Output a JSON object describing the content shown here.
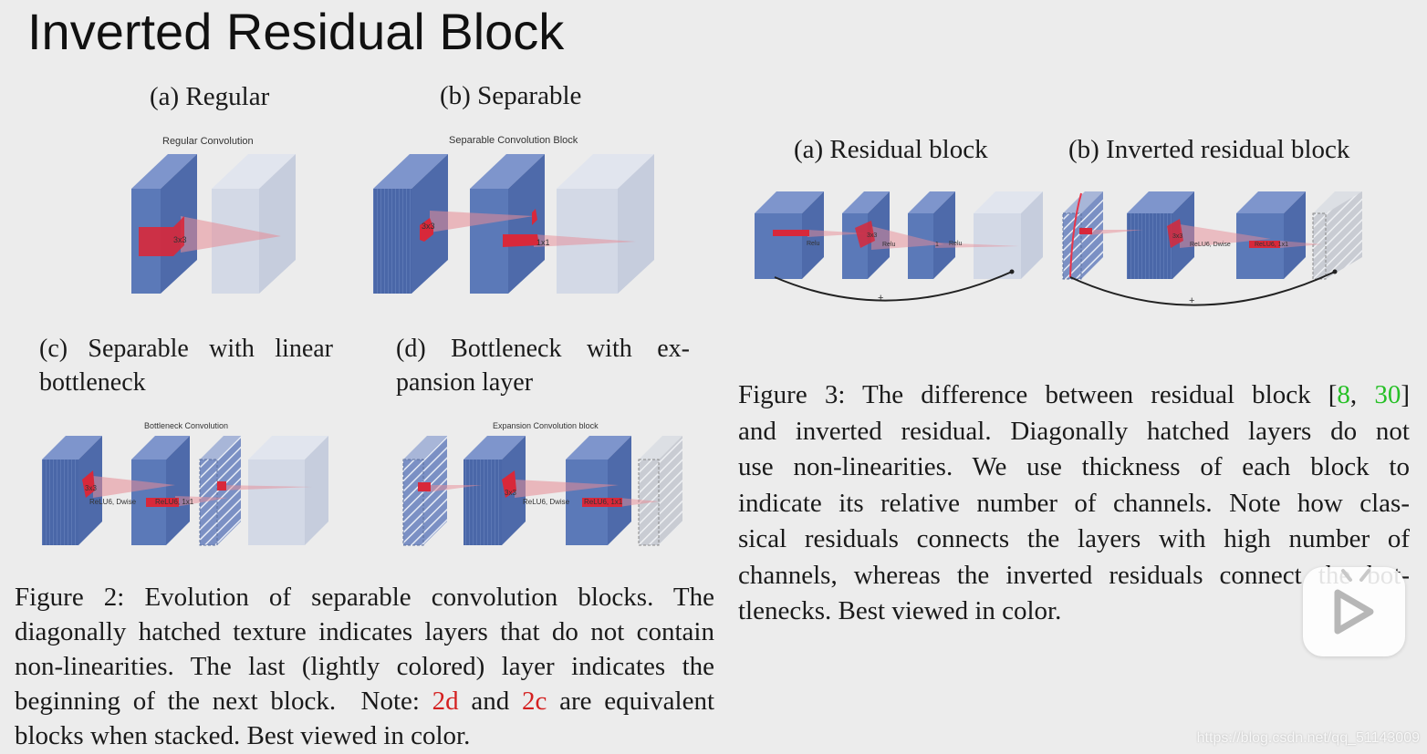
{
  "slide": {
    "title": "Inverted Residual Block"
  },
  "figure2": {
    "panels": {
      "a": {
        "caption": "(a) Regular",
        "heading": "Regular Convolution",
        "labels": [
          "3x3"
        ]
      },
      "b": {
        "caption": "(b) Separable",
        "heading": "Separable Convolution Block",
        "labels": [
          "3x3",
          "1x1"
        ]
      },
      "c": {
        "caption_line1": "(c) Separable with linear",
        "caption_line2": "bottleneck",
        "heading": "Bottleneck Convolution",
        "labels": [
          "3x3",
          "ReLU6, Dwise",
          "ReLU6, 1x1"
        ]
      },
      "d": {
        "caption_line1": "(d) Bottleneck with ex-",
        "caption_line2": "pansion layer",
        "heading": "Expansion Convolution block",
        "labels": [
          "3x3",
          "ReLU6, Dwise",
          "ReLU6, 1x1"
        ]
      }
    },
    "caption": {
      "line1": "Figure 2:  Evolution of separable convolution blocks.  The",
      "line2": "diagonally hatched texture indicates layers that do not contain",
      "line3": "non-linearities.  The last (lightly colored) layer indicates the",
      "line4_a": "beginning of the next block.  Note: ",
      "line4_ref1": "2d",
      "line4_b": " and ",
      "line4_ref2": "2c",
      "line4_c": " are equivalent",
      "line5": "blocks when stacked. Best viewed in color."
    }
  },
  "figure3": {
    "panels": {
      "a": {
        "caption": "(a) Residual block",
        "labels": [
          "Relu",
          "3x3",
          "Relu",
          "1",
          "Relu"
        ],
        "plus": "+"
      },
      "b": {
        "caption": "(b) Inverted residual block",
        "labels": [
          "3x3",
          "ReLU6, Dwise",
          "ReLU6, 1x1"
        ],
        "plus": "+"
      }
    },
    "caption": {
      "line1_a": "Figure 3: The difference between residual block [",
      "line1_ref1": "8",
      "line1_sep": ", ",
      "line1_ref2": "30",
      "line1_b": "]",
      "line2": "and inverted residual. Diagonally hatched layers do not",
      "line3": "use non-linearities.  We use thickness of each block to",
      "line4": "indicate its relative number of channels. Note how clas-",
      "line5": "sical residuals connects the layers with high number of",
      "line6": "channels, whereas the inverted residuals connect the bot-",
      "line7": "tlenecks. Best viewed in color."
    }
  },
  "overlay": {
    "watermark": "https://blog.csdn.net/qq_51143009",
    "play_icon": "play-icon"
  },
  "colors": {
    "block_blue": "#5b79b8",
    "block_light": "#d3d9e6",
    "kernel_red": "#d8283a",
    "ref_red": "#d42020",
    "ref_green": "#26c026"
  }
}
